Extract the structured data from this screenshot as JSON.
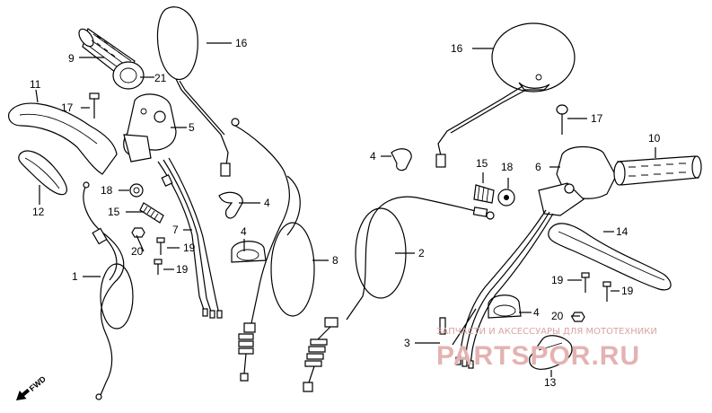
{
  "callouts": {
    "c9": "9",
    "c16a": "16",
    "c21": "21",
    "c11": "11",
    "c17a": "17",
    "c5": "5",
    "c12": "12",
    "c18a": "18",
    "c15a": "15",
    "c7": "7",
    "c4a": "4",
    "c4b": "4",
    "c20a": "20",
    "c19a": "19",
    "c19b": "19",
    "c1": "1",
    "c8": "8",
    "c16b": "16",
    "c17b": "17",
    "c10": "10",
    "c4c": "4",
    "c15b": "15",
    "c18b": "18",
    "c6": "6",
    "c2": "2",
    "c14": "14",
    "c19c": "19",
    "c19d": "19",
    "c4d": "4",
    "c20b": "20",
    "c3": "3",
    "c13": "13"
  },
  "fwd_label": "FWD",
  "watermark": {
    "tagline": "ЗАПЧАСТИ И АКСЕССУАРЫ ДЛЯ МОТОТЕХНИКИ",
    "brand": "PARTSPOR.RU"
  },
  "colors": {
    "ink": "#000000",
    "paper": "#ffffff",
    "watermark": "#e4b2b2"
  }
}
